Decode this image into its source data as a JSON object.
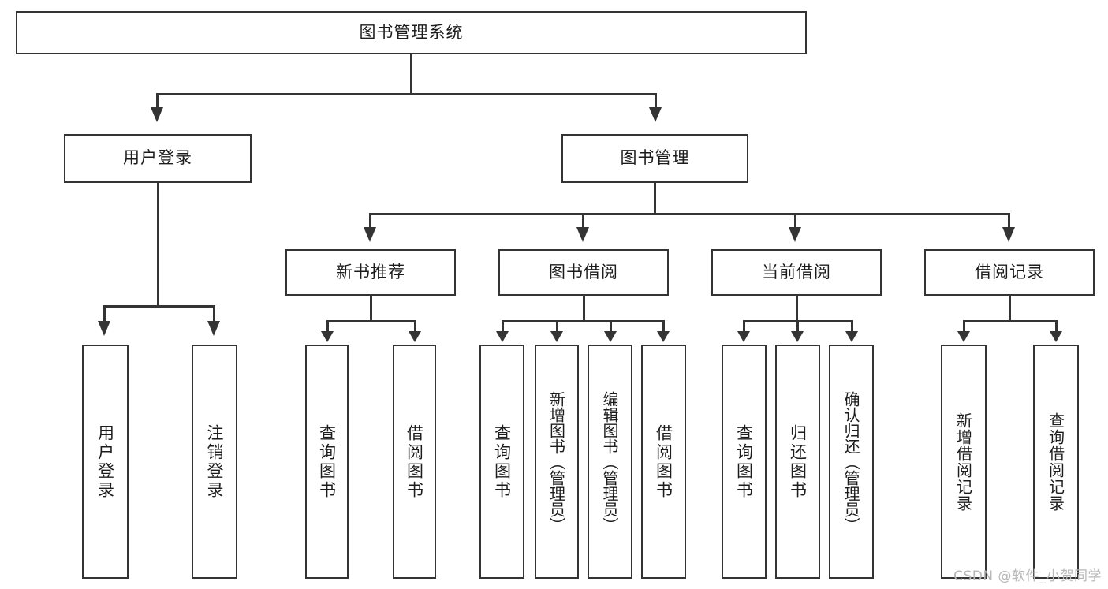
{
  "diagram": {
    "type": "hierarchy-tree",
    "root": {
      "label": "图书管理系统"
    },
    "level2": [
      {
        "label": "用户登录"
      },
      {
        "label": "图书管理"
      }
    ],
    "level3": [
      {
        "label": "新书推荐"
      },
      {
        "label": "图书借阅"
      },
      {
        "label": "当前借阅"
      },
      {
        "label": "借阅记录"
      }
    ],
    "leaves": {
      "user_login": [
        {
          "label": "用户登录"
        },
        {
          "label": "注销登录"
        }
      ],
      "new_book_recommend": [
        {
          "label": "查询图书"
        },
        {
          "label": "借阅图书"
        }
      ],
      "book_borrow": [
        {
          "label": "查询图书"
        },
        {
          "label": "新增图书（管理员）"
        },
        {
          "label": "编辑图书（管理员）"
        },
        {
          "label": "借阅图书"
        }
      ],
      "current_borrow": [
        {
          "label": "查询图书"
        },
        {
          "label": "归还图书"
        },
        {
          "label": "确认归还（管理员）"
        }
      ],
      "borrow_records": [
        {
          "label": "新增借阅记录"
        },
        {
          "label": "查询借阅记录"
        }
      ]
    }
  },
  "watermark": {
    "text": "CSDN @软件_小贺同学"
  },
  "colors": {
    "stroke": "#343434",
    "background": "#ffffff",
    "text": "#1c1c1c",
    "watermark": "#b8b8b8"
  }
}
